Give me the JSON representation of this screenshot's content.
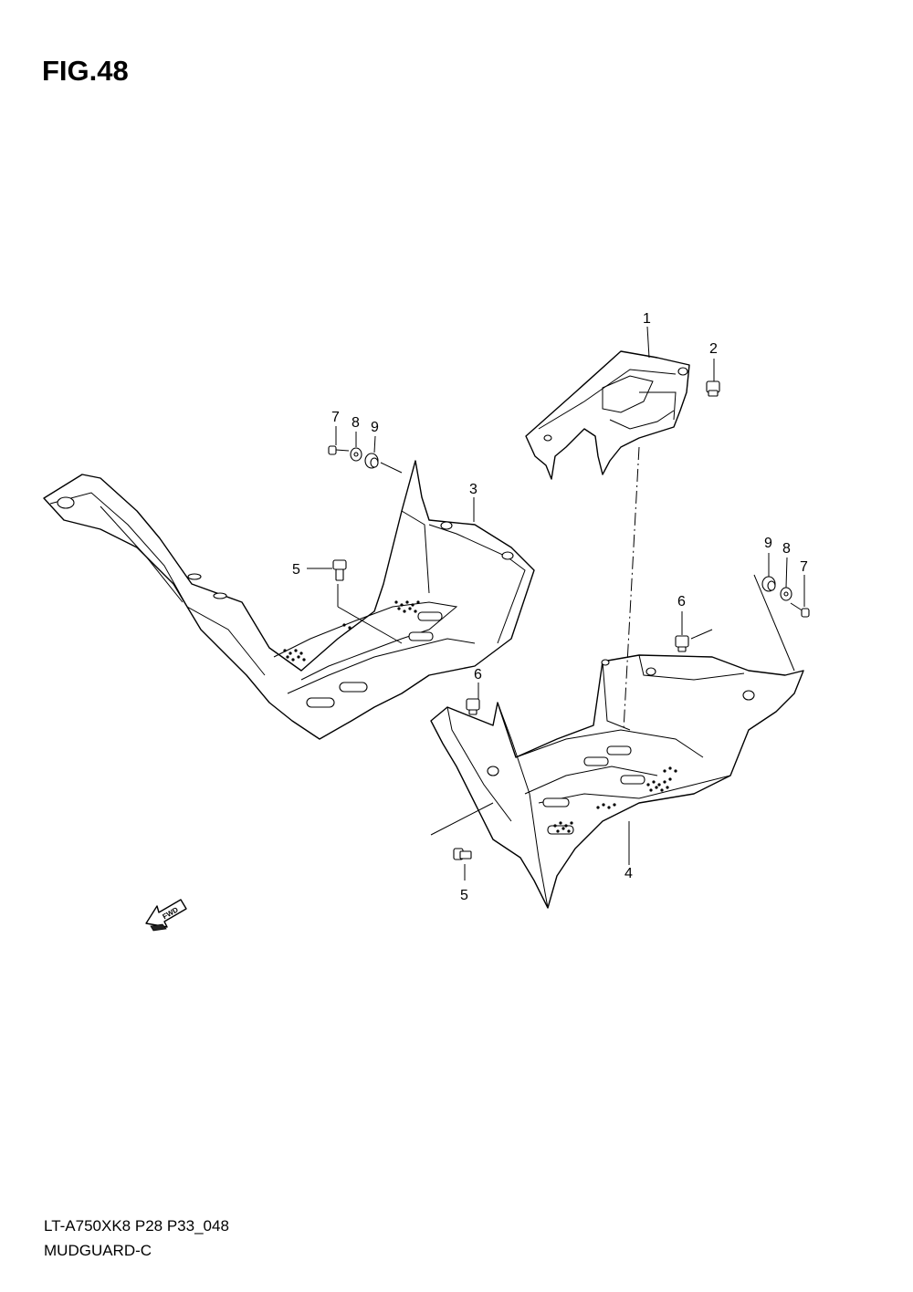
{
  "figure": {
    "title": "FIG.48"
  },
  "footer": {
    "code": "LT-A750XK8 P28 P33_048",
    "name": "MUDGUARD-C"
  },
  "callouts": {
    "c1": "1",
    "c2": "2",
    "c3": "3",
    "c4": "4",
    "c5a": "5",
    "c5b": "5",
    "c6a": "6",
    "c6b": "6",
    "c7a": "7",
    "c7b": "7",
    "c8a": "8",
    "c8b": "8",
    "c9a": "9",
    "c9b": "9"
  },
  "fwd_arrow": {
    "label": "FWD"
  }
}
